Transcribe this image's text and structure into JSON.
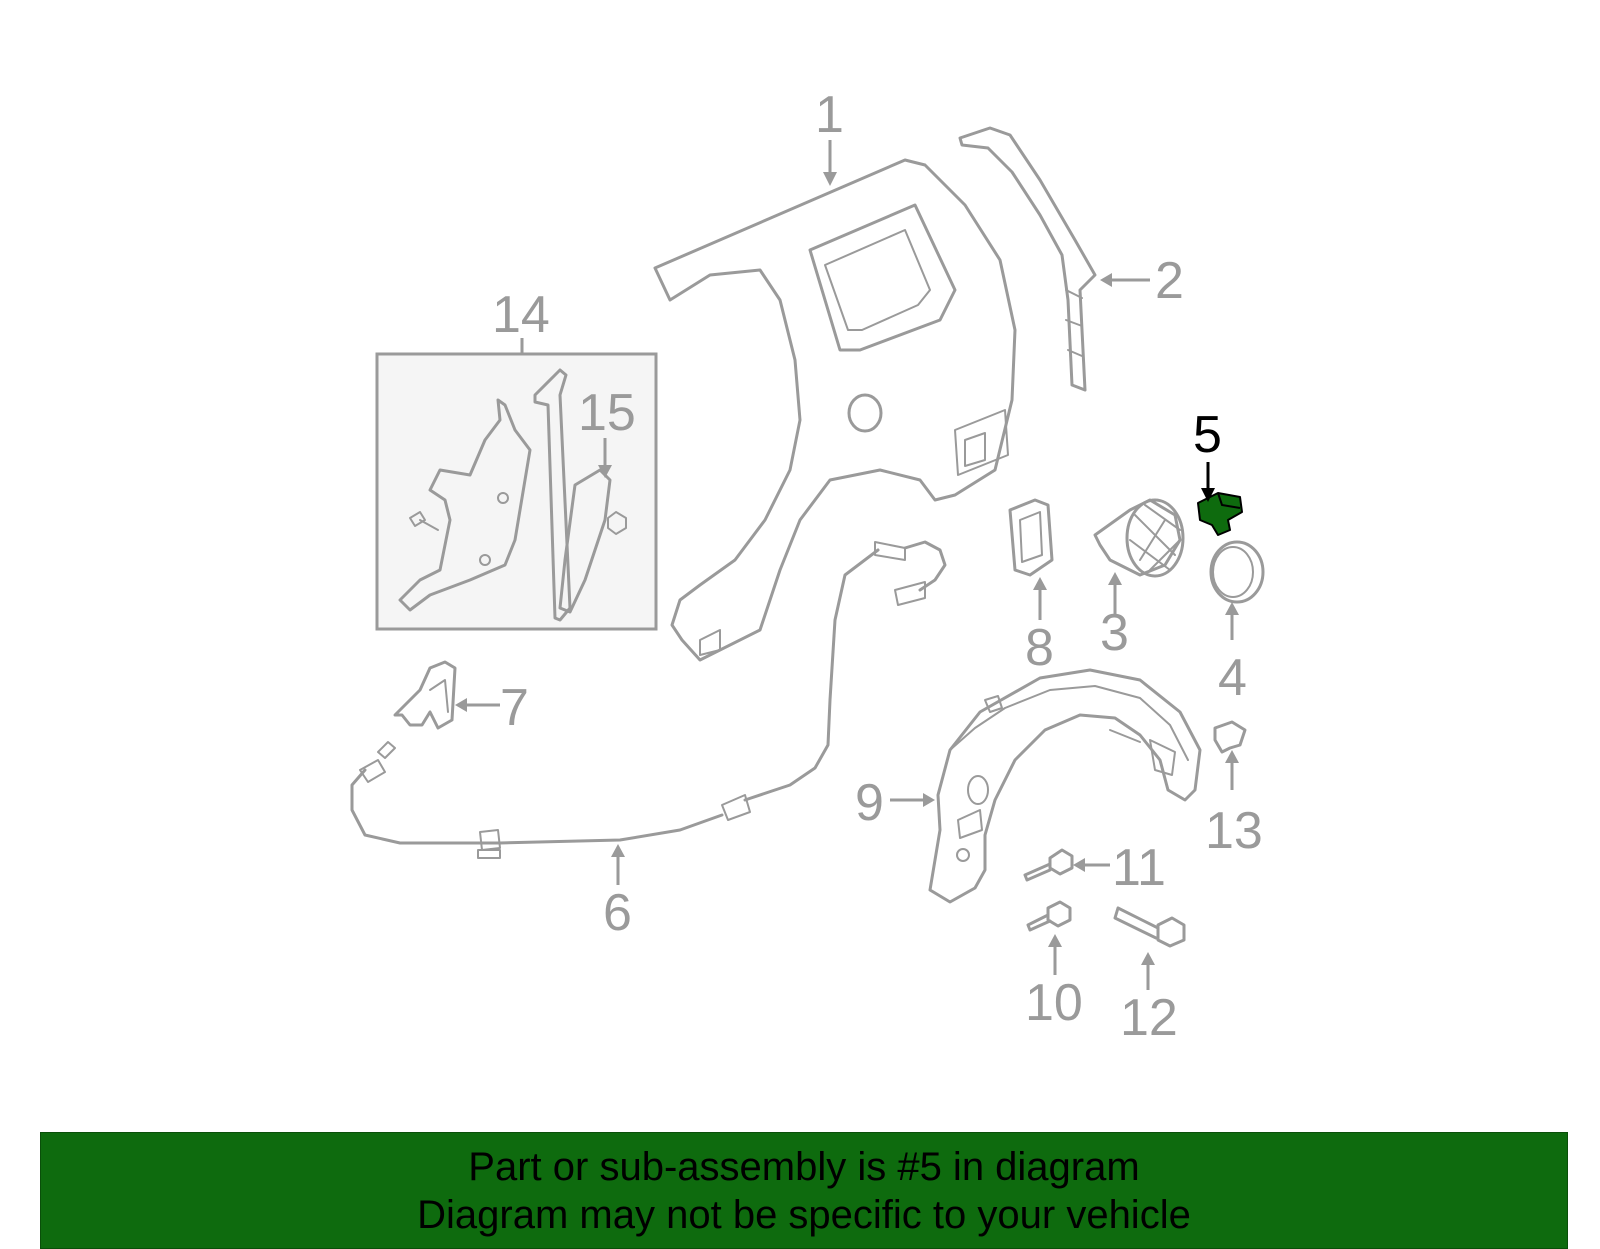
{
  "diagram": {
    "callouts": [
      "1",
      "2",
      "3",
      "4",
      "5",
      "6",
      "7",
      "8",
      "9",
      "10",
      "11",
      "12",
      "13",
      "14",
      "15"
    ],
    "highlighted_callout": "5",
    "highlight_color": "#0e6b0e",
    "part_line_color": "#9a9a9a"
  },
  "banner": {
    "line1": "Part or sub-assembly is #5 in diagram",
    "line2": "Diagram may not be specific to your vehicle",
    "background_color": "#0e6b0e"
  }
}
